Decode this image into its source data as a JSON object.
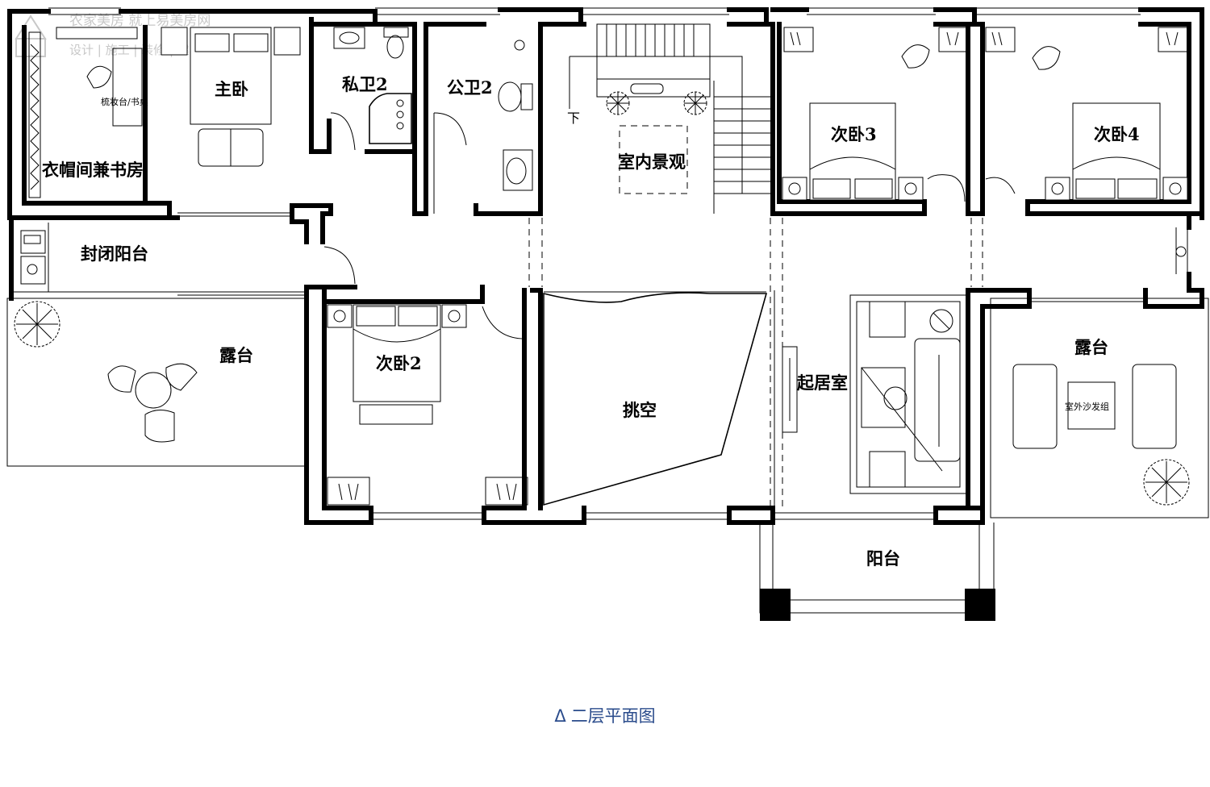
{
  "watermark": {
    "title": "农家美房 就上易美房网",
    "subtitle": "设计 | 施工 | 装修 | 建材 | 家居"
  },
  "rooms": {
    "master_bedroom": "主卧",
    "dressing_table": "梳妆台/书桌",
    "cloakroom_study": "衣帽间兼书房",
    "private_bath": "私卫2",
    "public_bath": "公卫2",
    "indoor_landscape": "室内景观",
    "stairs_down": "下",
    "bedroom3": "次卧3",
    "bedroom4": "次卧4",
    "enclosed_balcony": "封闭阳台",
    "terrace_left": "露台",
    "bedroom2": "次卧2",
    "void": "挑空",
    "living_room": "起居室",
    "terrace_right": "露台",
    "outdoor_sofa": "室外沙发组",
    "balcony": "阳台"
  },
  "caption": {
    "symbol": "Δ",
    "text": "二层平面图",
    "color": "#2b4c8c"
  }
}
